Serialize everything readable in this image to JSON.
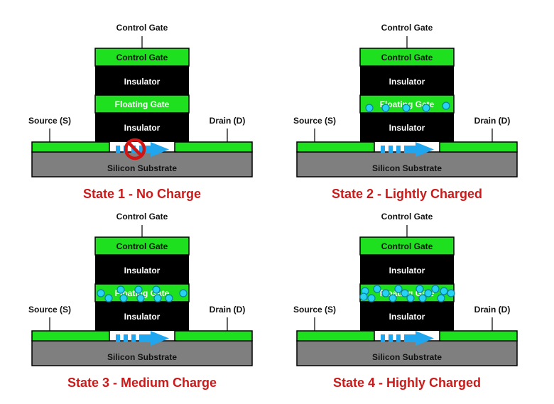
{
  "colors": {
    "gate_green": "#1ee01e",
    "insulator": "#000000",
    "substrate": "#7f7f7f",
    "electron": "#27d3f2",
    "arrow": "#1fa6ee",
    "title_red": "#cc1a1a",
    "no_symbol": "#d11414"
  },
  "labels": {
    "control_gate": "Control Gate",
    "insulator": "Insulator",
    "floating_gate": "Floating Gate",
    "source": "Source (S)",
    "drain": "Drain (D)",
    "substrate": "Silicon Substrate"
  },
  "states": [
    {
      "id": "state-1",
      "title": "State 1 - No Charge",
      "electrons": 0,
      "channel": "blocked"
    },
    {
      "id": "state-2",
      "title": "State 2 - Lightly Charged",
      "electrons": 5,
      "channel": "open"
    },
    {
      "id": "state-3",
      "title": "State 3 - Medium Charge",
      "electrons": 10,
      "channel": "open"
    },
    {
      "id": "state-4",
      "title": "State 4 - Highly Charged",
      "electrons": 16,
      "channel": "open"
    }
  ]
}
